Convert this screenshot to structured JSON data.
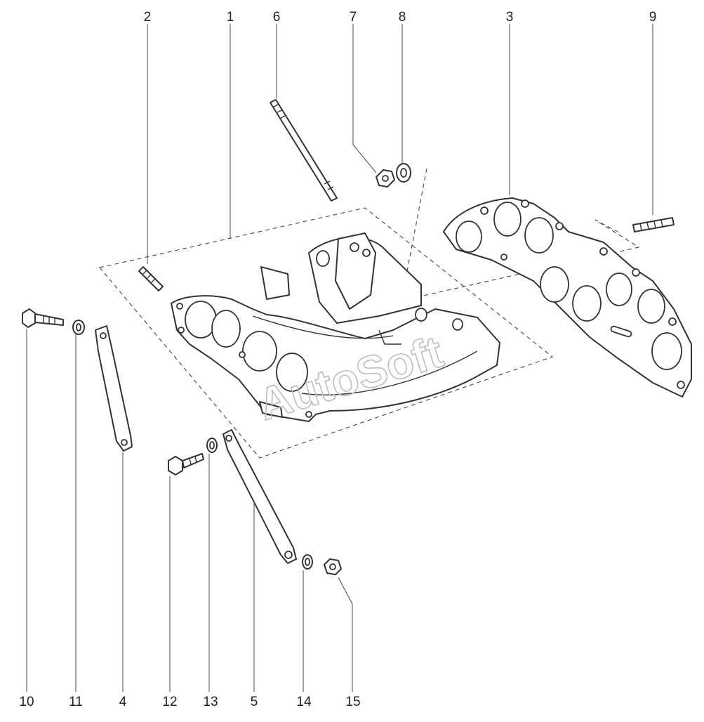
{
  "callouts": {
    "c1": "1",
    "c2": "2",
    "c3": "3",
    "c4": "4",
    "c5": "5",
    "c6": "6",
    "c7": "7",
    "c8": "8",
    "c9": "9",
    "c10": "10",
    "c11": "11",
    "c12": "12",
    "c13": "13",
    "c14": "14",
    "c15": "15"
  },
  "watermark": "AutoSoft",
  "colors": {
    "line": "#333333",
    "leader": "#555555",
    "watermark": "#bdbdbd",
    "background": "#ffffff"
  }
}
